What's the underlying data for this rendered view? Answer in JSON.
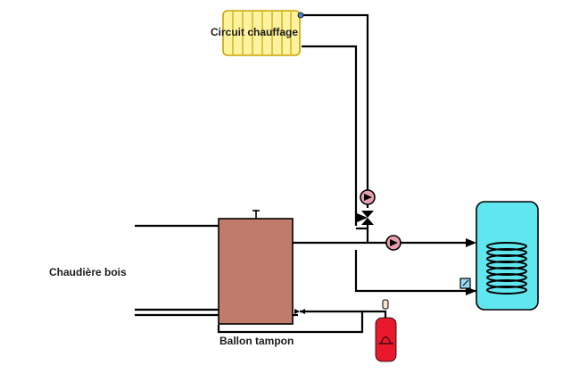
{
  "labels": {
    "heating_circuit": "Circuit chauffage",
    "wood_boiler": "Chaudière bois",
    "buffer_tank": "Ballon tampon"
  },
  "icons": {
    "radiator": "radiator-icon",
    "circulation_pump": "circulation-pump-icon",
    "three_way_valve": "three-way-valve-icon",
    "expansion_vessel": "expansion-vessel-icon",
    "hot_water_cylinder": "hot-water-cylinder-icon",
    "temperature_sensor": "temperature-sensor-icon"
  },
  "colors": {
    "pipe": "#000000",
    "radiator_fill": "#fff3a0",
    "radiator_stroke": "#c9a400",
    "buffer_tank_fill": "#c07b6b",
    "pump_fill": "#e8a0b0",
    "expansion_vessel_fill": "#e8192c",
    "cylinder_fill": "#5fe6ee",
    "coil_stroke": "#000000"
  }
}
